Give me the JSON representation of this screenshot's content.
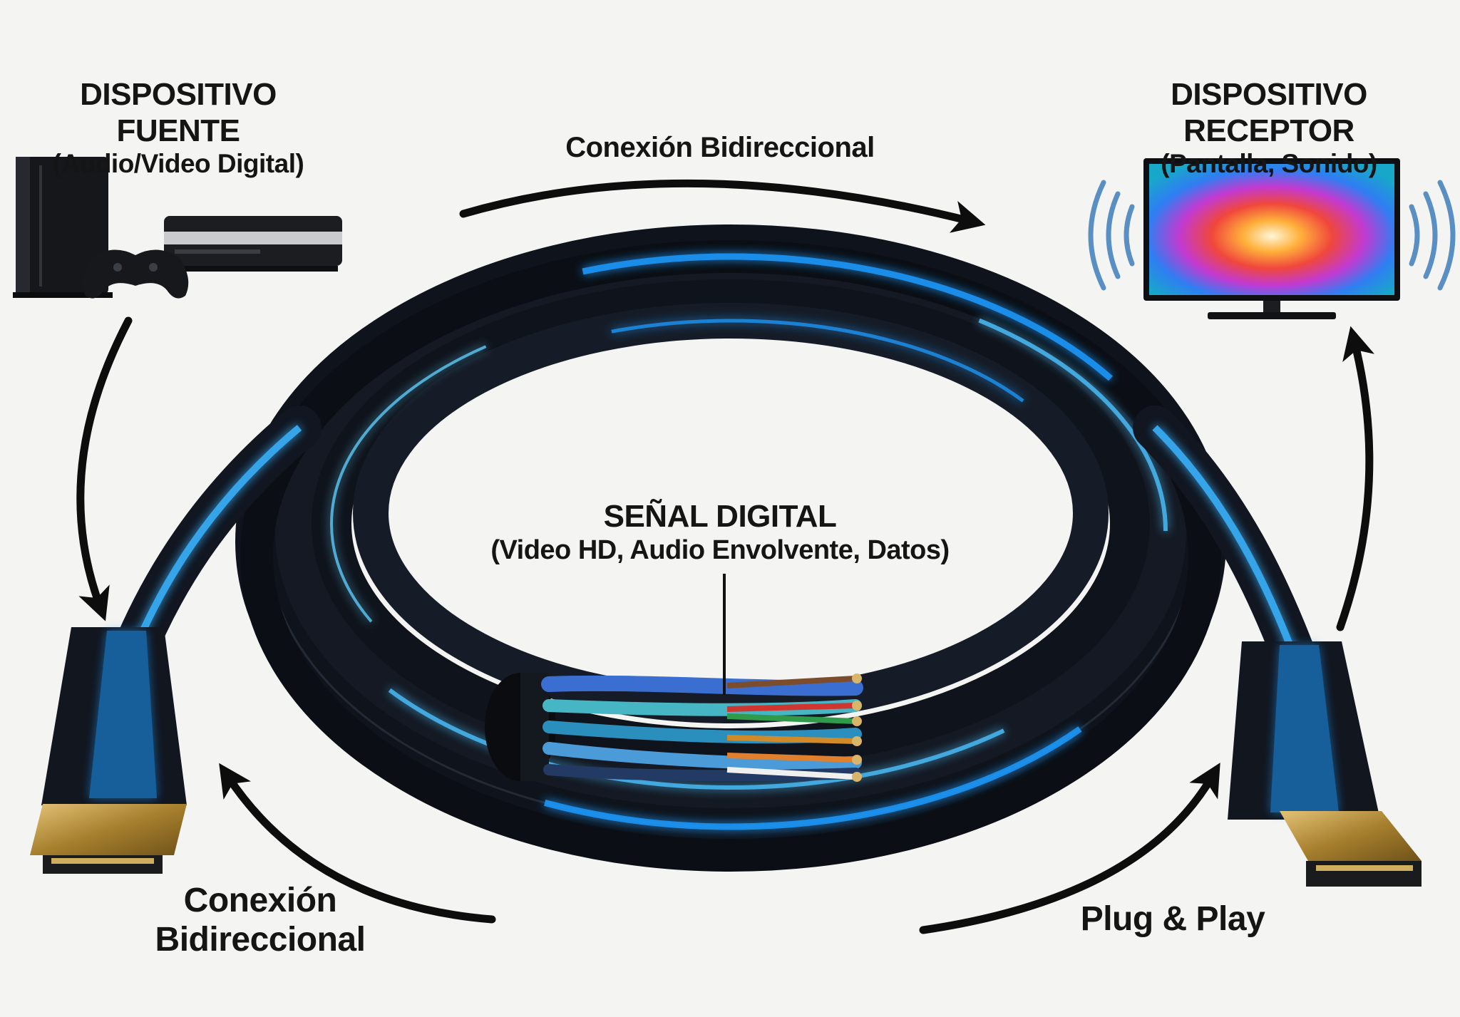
{
  "source": {
    "title": "DISPOSITIVO FUENTE",
    "subtitle": "(Audio/Video Digital)"
  },
  "receiver": {
    "title": "DISPOSITIVO RECEPTOR",
    "subtitle": "(Pantalla, Sonido)"
  },
  "top_connection": {
    "label": "Conexión Bidireccional"
  },
  "signal": {
    "title": "SEÑAL DIGITAL",
    "subtitle": "(Video HD, Audio Envolvente, Datos)"
  },
  "bottom_connection": {
    "line1": "Conexión",
    "line2": "Bidireccional"
  },
  "plug_play": {
    "label": "Plug & Play"
  },
  "icons": [
    "game-console-icon",
    "game-controller-icon",
    "tv-icon",
    "sound-waves-icon",
    "hdmi-plug-icon",
    "flow-arrow-icon"
  ],
  "colors": {
    "cable": "#121722",
    "signal_glow": "#1e9bff",
    "arrow": "#0d0d0d",
    "connector_gold": "#b99445"
  }
}
